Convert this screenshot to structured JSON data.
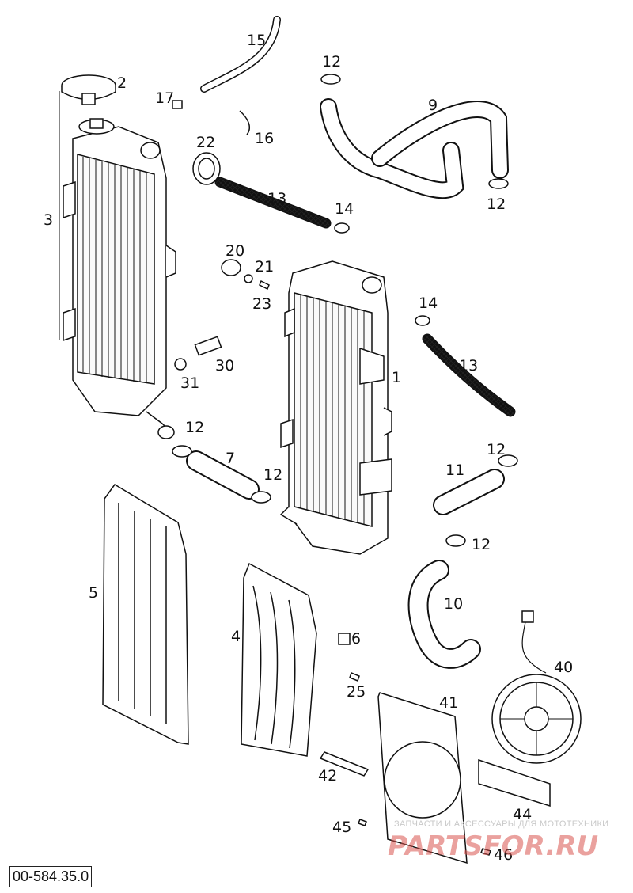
{
  "reference_code": "00-584.35.0",
  "watermark": {
    "tagline": "ЗАПЧАСТИ И АКСЕССУАРЫ ДЛЯ МОТОТЕХНИКИ",
    "brand_part1": "PARTS",
    "brand_part2": "FOR",
    "brand_part3": ".RU",
    "color": "#d9534f"
  },
  "callouts": {
    "n1": "1",
    "n2": "2",
    "n3": "3",
    "n4": "4",
    "n5": "5",
    "n6": "6",
    "n7": "7",
    "n9": "9",
    "n10": "10",
    "n11": "11",
    "n12a": "12",
    "n12b": "12",
    "n12c": "12",
    "n12d": "12",
    "n12e": "12",
    "n12f": "12",
    "n13a": "13",
    "n13b": "13",
    "n14a": "14",
    "n14b": "14",
    "n15": "15",
    "n16": "16",
    "n17": "17",
    "n20": "20",
    "n21": "21",
    "n22": "22",
    "n23": "23",
    "n25": "25",
    "n30": "30",
    "n31": "31",
    "n40": "40",
    "n41": "41",
    "n42": "42",
    "n44": "44",
    "n45": "45",
    "n46": "46"
  }
}
